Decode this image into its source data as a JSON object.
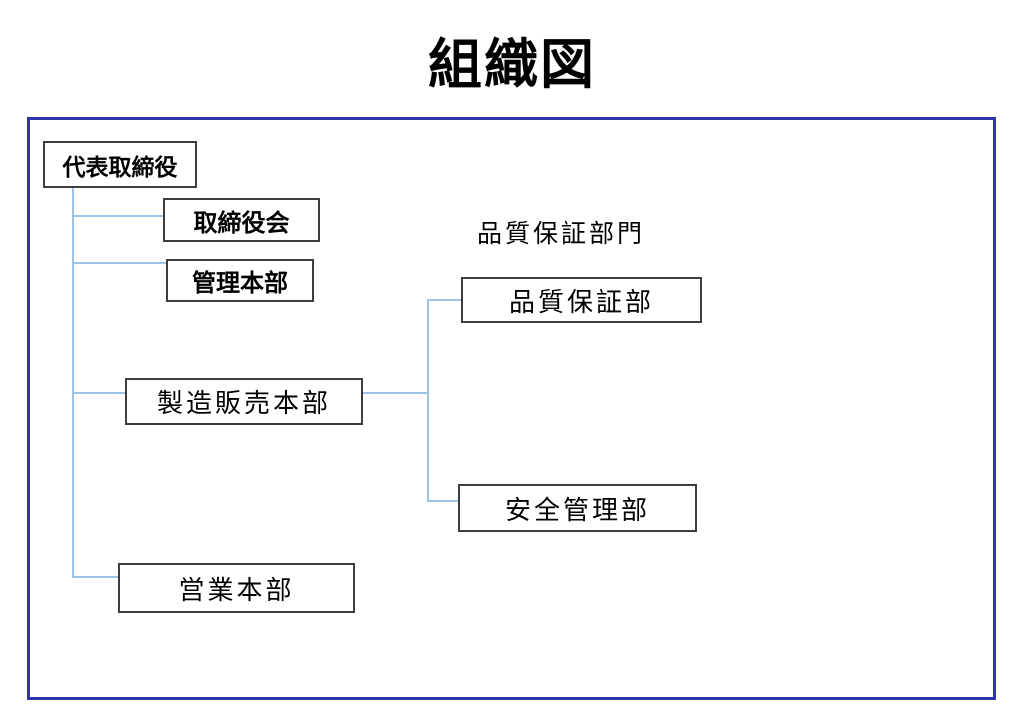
{
  "title": "組織図",
  "group_label": "品質保証部門",
  "nodes": {
    "ceo": {
      "label": "代表取締役"
    },
    "board": {
      "label": "取締役会"
    },
    "admin_hq": {
      "label": "管理本部"
    },
    "mfg_sales_hq": {
      "label": "製造販売本部"
    },
    "sales_hq": {
      "label": "営業本部"
    },
    "qa_dept": {
      "label": "品質保証部"
    },
    "safety_dept": {
      "label": "安全管理部"
    }
  },
  "edges": [
    {
      "from": "ceo",
      "to": "board"
    },
    {
      "from": "ceo",
      "to": "admin_hq"
    },
    {
      "from": "ceo",
      "to": "mfg_sales_hq"
    },
    {
      "from": "ceo",
      "to": "sales_hq"
    },
    {
      "from": "mfg_sales_hq",
      "to": "qa_dept"
    },
    {
      "from": "mfg_sales_hq",
      "to": "safety_dept"
    }
  ],
  "colors": {
    "frame_border": "#2f35a9",
    "box_border": "#3d3d3d",
    "connector": "#9dc3e6",
    "text": "#000000",
    "background": "#ffffff"
  }
}
